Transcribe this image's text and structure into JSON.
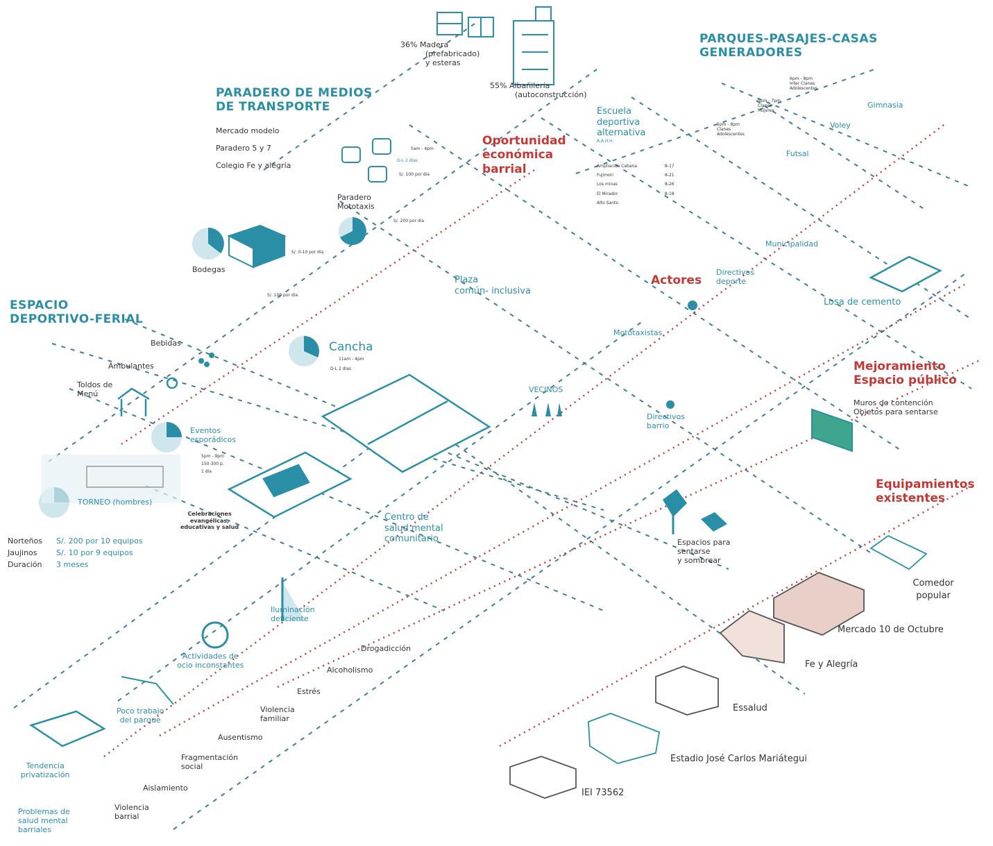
{
  "colors": {
    "teal": "#2a8fa6",
    "red": "#c23a36",
    "dark": "#333333",
    "pink": "#e8cfc8"
  },
  "titles": {
    "paradero": [
      "PARADERO DE MEDIOS",
      "DE TRANSPORTE"
    ],
    "parques": [
      "PARQUES-PASAJES-CASAS",
      "GENERADORES"
    ],
    "espacio": [
      "ESPACIO",
      "DEPORTIVO-FERIAL"
    ]
  },
  "categories": {
    "oportunidad": [
      "Oportunidad",
      "económica",
      "barrial"
    ],
    "actores": "Actores",
    "mejoramiento": [
      "Mejoramiento",
      "Espacio público"
    ],
    "equipamientos": [
      "Equipamientos",
      "existentes"
    ]
  },
  "housing": {
    "madera": [
      "36% Madera",
      "(prefabricado)",
      "y esteras"
    ],
    "albanileria": [
      "55% Albañilería",
      "(autoconstrucción)"
    ]
  },
  "paradero_items": [
    "Mercado modelo",
    "Paradero 5 y 7",
    "Colegio Fe y alegría"
  ],
  "mototaxi": {
    "label": [
      "Paradero",
      "Mototaxis"
    ],
    "hours": "5am - 4pm",
    "days": "D-L  2 días",
    "price1": "S/. 100 por día",
    "price2": "S/. 200 por día"
  },
  "bodegas": {
    "label": "Bodegas",
    "price1": "S/. 0-10 por día",
    "price2": "S/. 100 por día"
  },
  "escuela": {
    "title": [
      "Escuela",
      "deportiva",
      "alternativa"
    ],
    "sub": "A.A.H.H.",
    "rows": [
      {
        "name": "Ampliación Cabana",
        "age": "8-17"
      },
      {
        "name": "Fujimori",
        "age": "8-21"
      },
      {
        "name": "Los minas",
        "age": "8-26"
      },
      {
        "name": "El Mirador",
        "age": "8-18"
      },
      {
        "name": "Alto Santo",
        "age": ""
      }
    ]
  },
  "parques_schedule": [
    {
      "time": "6pm - 8pm",
      "who": [
        "Inter Clanes",
        "Adolescentes"
      ]
    },
    {
      "time": "5pm - 7pm",
      "who": [
        "Clanes",
        "Mujeres"
      ]
    },
    {
      "time": "5pm - 8pm",
      "who": [
        "Clanes",
        "Adolescentes"
      ]
    }
  ],
  "sports": [
    "Gimnasia",
    "Voley",
    "Futsal"
  ],
  "labels": {
    "municipalidad": "Municipalidad",
    "losa": "Losa de cemento",
    "directivos_deporte": [
      "Directivos",
      "deporte"
    ],
    "mototaxistas": "Mototaxistas",
    "plaza": [
      "Plaza",
      "común-  inclusiva"
    ],
    "vecinos": "VECINOS",
    "directivos_barrio": [
      "Directivos",
      "barrio"
    ],
    "centro": [
      "Centro de",
      "salud mental",
      "comunitario"
    ],
    "iluminacion": [
      "Iluminación",
      "deficiente"
    ],
    "actividades": [
      "Actividades de",
      "ocio inconstantes"
    ],
    "poco_trabajo": [
      "Poco trabajo",
      "del parque"
    ],
    "tendencia": [
      "Tendencia",
      "privatización"
    ],
    "problemas": [
      "Problemas de",
      "salud mental",
      "barriales"
    ],
    "espacios_sentarse": [
      "Espacios para",
      "sentarse",
      "y sombrear"
    ]
  },
  "mejoramiento_items": [
    "Muros de contención",
    "Objetos para sentarse"
  ],
  "cancha": {
    "label": "Cancha",
    "hours": "11am - 4pm",
    "days": "D-L  2 días"
  },
  "feria_items": {
    "bebidas": "Bebidas",
    "ambulantes": "Ambulantes",
    "toldos": [
      "Toldos de",
      "Menú"
    ]
  },
  "eventos": {
    "title": [
      "Eventos",
      "esporádicos"
    ],
    "hours": "5pm - 9pm",
    "people": "150-300 p.",
    "days": "1 día"
  },
  "torneo": {
    "label": "TORNEO (hombres)",
    "rows": [
      {
        "k": "Norteños",
        "v": "S/. 200 por 10 equipos"
      },
      {
        "k": "Jaujinos",
        "v": "S/. 10 por 9 equipos"
      },
      {
        "k": "Duración",
        "v": "3 meses"
      }
    ]
  },
  "celebraciones": [
    "Celebraciones",
    "evangélicas,",
    "educativas y salud"
  ],
  "problems": [
    "Drogadicción",
    "Alcoholismo",
    "Estrés",
    "Violencia familiar",
    "Ausentismo",
    "Fragmentación social",
    "Aislamiento",
    "Violencia barrial"
  ],
  "equipamientos_items": [
    "Comedor popular",
    "Mercado 10 de Octubre",
    "Fe y Alegría",
    "Essalud",
    "Estadio José Carlos Mariátegui",
    "IEI 73562"
  ]
}
